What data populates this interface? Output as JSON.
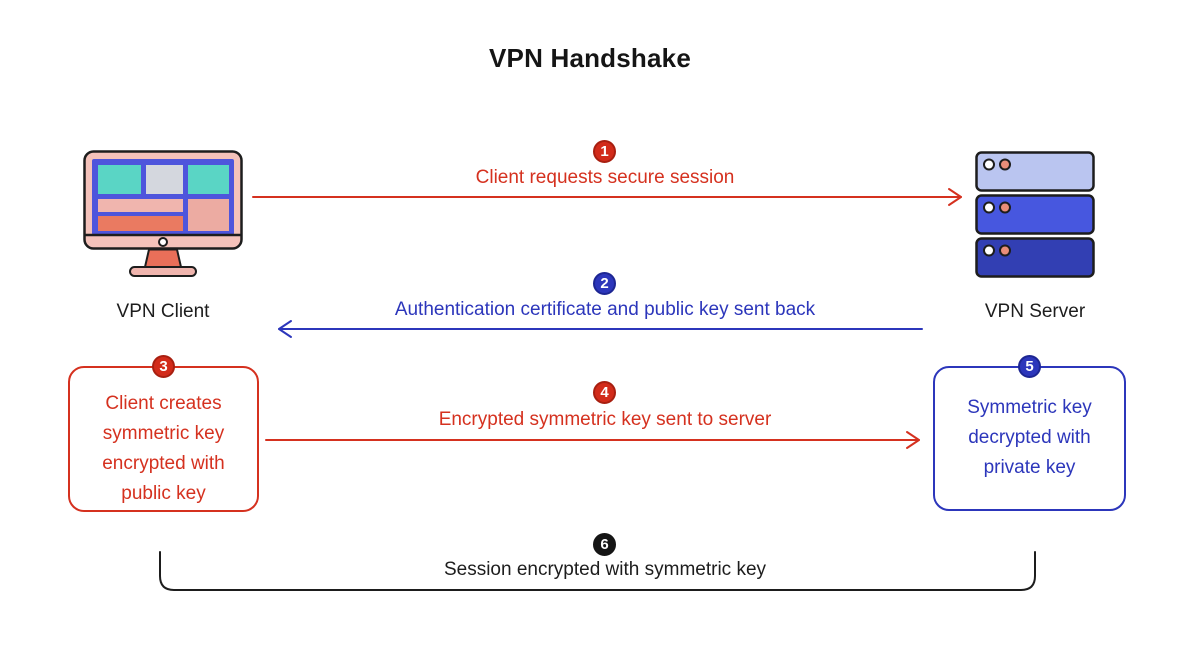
{
  "title": "VPN Handshake",
  "nodes": {
    "client": {
      "label": "VPN Client",
      "icon": "computer-monitor-icon"
    },
    "server": {
      "label": "VPN Server",
      "icon": "server-stack-icon"
    }
  },
  "steps": [
    {
      "num": "1",
      "text": "Client requests secure session",
      "color": "#d5311f",
      "arrow": "left-to-right"
    },
    {
      "num": "2",
      "text": "Authentication certificate and public key sent back",
      "color": "#2c36bb",
      "arrow": "right-to-left"
    },
    {
      "num": "3",
      "text": "Client creates symmetric key encrypted with public key",
      "color": "#d5311f",
      "arrow": "none"
    },
    {
      "num": "4",
      "text": "Encrypted symmetric key sent to server",
      "color": "#d5311f",
      "arrow": "left-to-right"
    },
    {
      "num": "5",
      "text": "Symmetric key decrypted with private key",
      "color": "#2c36bb",
      "arrow": "none"
    },
    {
      "num": "6",
      "text": "Session encrypted with symmetric key",
      "color": "#1d1d1d",
      "arrow": "bracket"
    }
  ],
  "colors": {
    "accent_red": "#d5311f",
    "accent_blue": "#2c36bb",
    "ink": "#1d1d1d",
    "background": "#ffffff"
  }
}
